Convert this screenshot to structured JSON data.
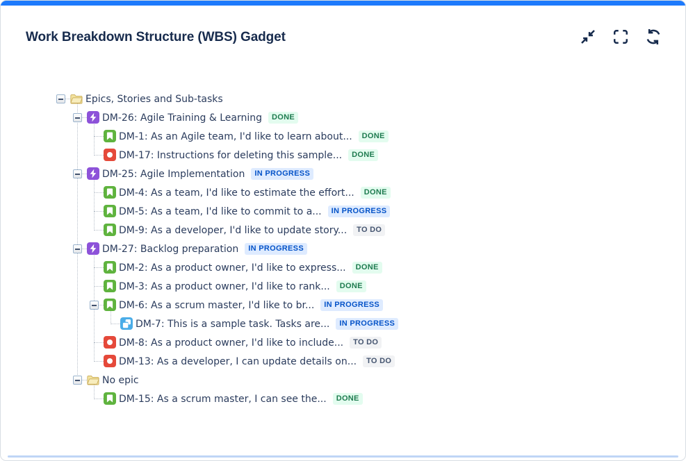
{
  "header": {
    "title": "Work Breakdown Structure (WBS) Gadget"
  },
  "toolbar": {
    "buttons": [
      "collapse-icon",
      "fullscreen-icon",
      "refresh-icon"
    ]
  },
  "colors": {
    "accent": "#1D7AFC",
    "title_text": "#172B4D",
    "tree_text": "#2B3C5D",
    "connector": "#B7BFC9",
    "epic": "#8D52D9",
    "story": "#5FB33E",
    "bug": "#E5493A",
    "subtask": "#4BADE8",
    "folder_fill": "#F3E3A0",
    "folder_stroke": "#C9AB56"
  },
  "statuses": {
    "done": {
      "label": "DONE",
      "bg": "#E3FCEF",
      "fg": "#1E7B4F"
    },
    "in_progress": {
      "label": "IN PROGRESS",
      "bg": "#DEEBFF",
      "fg": "#0553C8"
    },
    "todo": {
      "label": "TO DO",
      "bg": "#F1F2F4",
      "fg": "#44546F"
    }
  },
  "tree": {
    "rows": [
      {
        "level": 0,
        "type": "folder",
        "expandable": true,
        "label": "Epics, Stories and Sub-tasks",
        "status": ""
      },
      {
        "level": 1,
        "type": "epic",
        "expandable": true,
        "label": "DM-26: Agile Training & Learning",
        "status": "done"
      },
      {
        "level": 2,
        "type": "story",
        "expandable": false,
        "label": "DM-1: As an Agile team, I'd like to learn about...",
        "status": "done"
      },
      {
        "level": 2,
        "type": "bug",
        "expandable": false,
        "label": "DM-17: Instructions for deleting this sample...",
        "status": "done"
      },
      {
        "level": 1,
        "type": "epic",
        "expandable": true,
        "label": "DM-25: Agile Implementation",
        "status": "in_progress"
      },
      {
        "level": 2,
        "type": "story",
        "expandable": false,
        "label": "DM-4: As a team, I'd like to estimate the effort...",
        "status": "done"
      },
      {
        "level": 2,
        "type": "story",
        "expandable": false,
        "label": "DM-5: As a team, I'd like to commit to a...",
        "status": "in_progress"
      },
      {
        "level": 2,
        "type": "story",
        "expandable": false,
        "label": "DM-9: As a developer, I'd like to update story...",
        "status": "todo"
      },
      {
        "level": 1,
        "type": "epic",
        "expandable": true,
        "label": "DM-27: Backlog preparation",
        "status": "in_progress"
      },
      {
        "level": 2,
        "type": "story",
        "expandable": false,
        "label": "DM-2: As a product owner, I'd like to express...",
        "status": "done"
      },
      {
        "level": 2,
        "type": "story",
        "expandable": false,
        "label": "DM-3: As a product owner, I'd like to rank...",
        "status": "done"
      },
      {
        "level": 2,
        "type": "story",
        "expandable": true,
        "label": "DM-6: As a scrum master, I'd like to br...",
        "status": "in_progress"
      },
      {
        "level": 3,
        "type": "subtask",
        "expandable": false,
        "label": "DM-7: This is a sample task. Tasks are...",
        "status": "in_progress"
      },
      {
        "level": 2,
        "type": "bug",
        "expandable": false,
        "label": "DM-8: As a product owner, I'd like to include...",
        "status": "todo"
      },
      {
        "level": 2,
        "type": "bug",
        "expandable": false,
        "label": "DM-13: As a developer, I can update details on...",
        "status": "todo"
      },
      {
        "level": 1,
        "type": "folder",
        "expandable": true,
        "label": "No epic",
        "status": ""
      },
      {
        "level": 2,
        "type": "story",
        "expandable": false,
        "label": "DM-15: As a scrum master, I can see the...",
        "status": "done"
      }
    ]
  }
}
